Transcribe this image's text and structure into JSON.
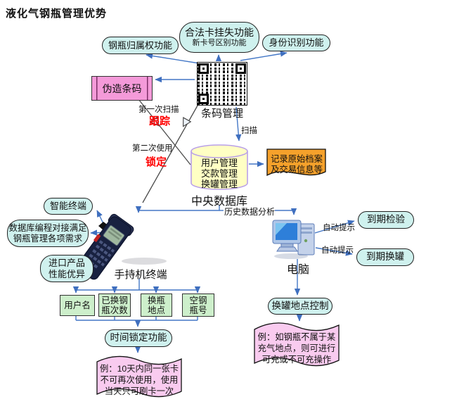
{
  "title": "液化气钢瓶管理优势",
  "bubbles": {
    "ownership": "钢瓶归属权功能",
    "card1": "合法卡挂失功能",
    "card2": "新卡号区别功能",
    "identity": "身份识别功能",
    "smart": "智能终端",
    "dbprog1": "数据库编程对接满足",
    "dbprog2": "钢瓶管理各项需求",
    "import1": "进口产品",
    "import2": "性能优异",
    "timelock": "时间锁定功能",
    "check_due": "到期检验",
    "swap_due": "到期换罐",
    "swap_ctl": "换罐地点控制"
  },
  "forged": "伪造条码",
  "barcode": {
    "label": "条码管理",
    "scan": "扫描"
  },
  "db": {
    "l1": "用户管理",
    "l2": "交款管理",
    "l3": "换罐管理",
    "label": "中央数据库"
  },
  "doc": {
    "l1": "记录原始档案",
    "l2": "及交易信息等"
  },
  "flow": {
    "first_scan": "第一次扫描",
    "track": "跟踪",
    "second_use": "第二次使用",
    "lock": "锁定",
    "history": "历史数据分析",
    "auto1": "自动提示",
    "auto2": "自动提示"
  },
  "devices": {
    "handheld": "手持机终端",
    "computer": "电脑"
  },
  "fields": {
    "f1": "用户名",
    "f2a": "已换钢",
    "f2b": "瓶次数",
    "f3a": "换瓶",
    "f3b": "地点",
    "f4a": "空钢",
    "f4b": "瓶号"
  },
  "notes": {
    "t1": "例：10天内同一张卡",
    "t2": "不可再次使用，使用",
    "t3": "当天只可刷卡一次",
    "p1": "例：如钢瓶不属于某",
    "p2": "充气地点，则可进行",
    "p3": "可充或不可充操作"
  },
  "colors": {
    "connector_blue": "#4377C6",
    "oval_fill": "#CFF1EE",
    "forged_pink": "#F49AD9",
    "note_pink": "#F9CBEF",
    "green_fill": "#CDEFCB",
    "cylinder_fill": "#FFFFC4",
    "cylinder_border": "#B9A0E8",
    "doc_orange": "#F5A12B",
    "alert_red": "#FF0000"
  }
}
